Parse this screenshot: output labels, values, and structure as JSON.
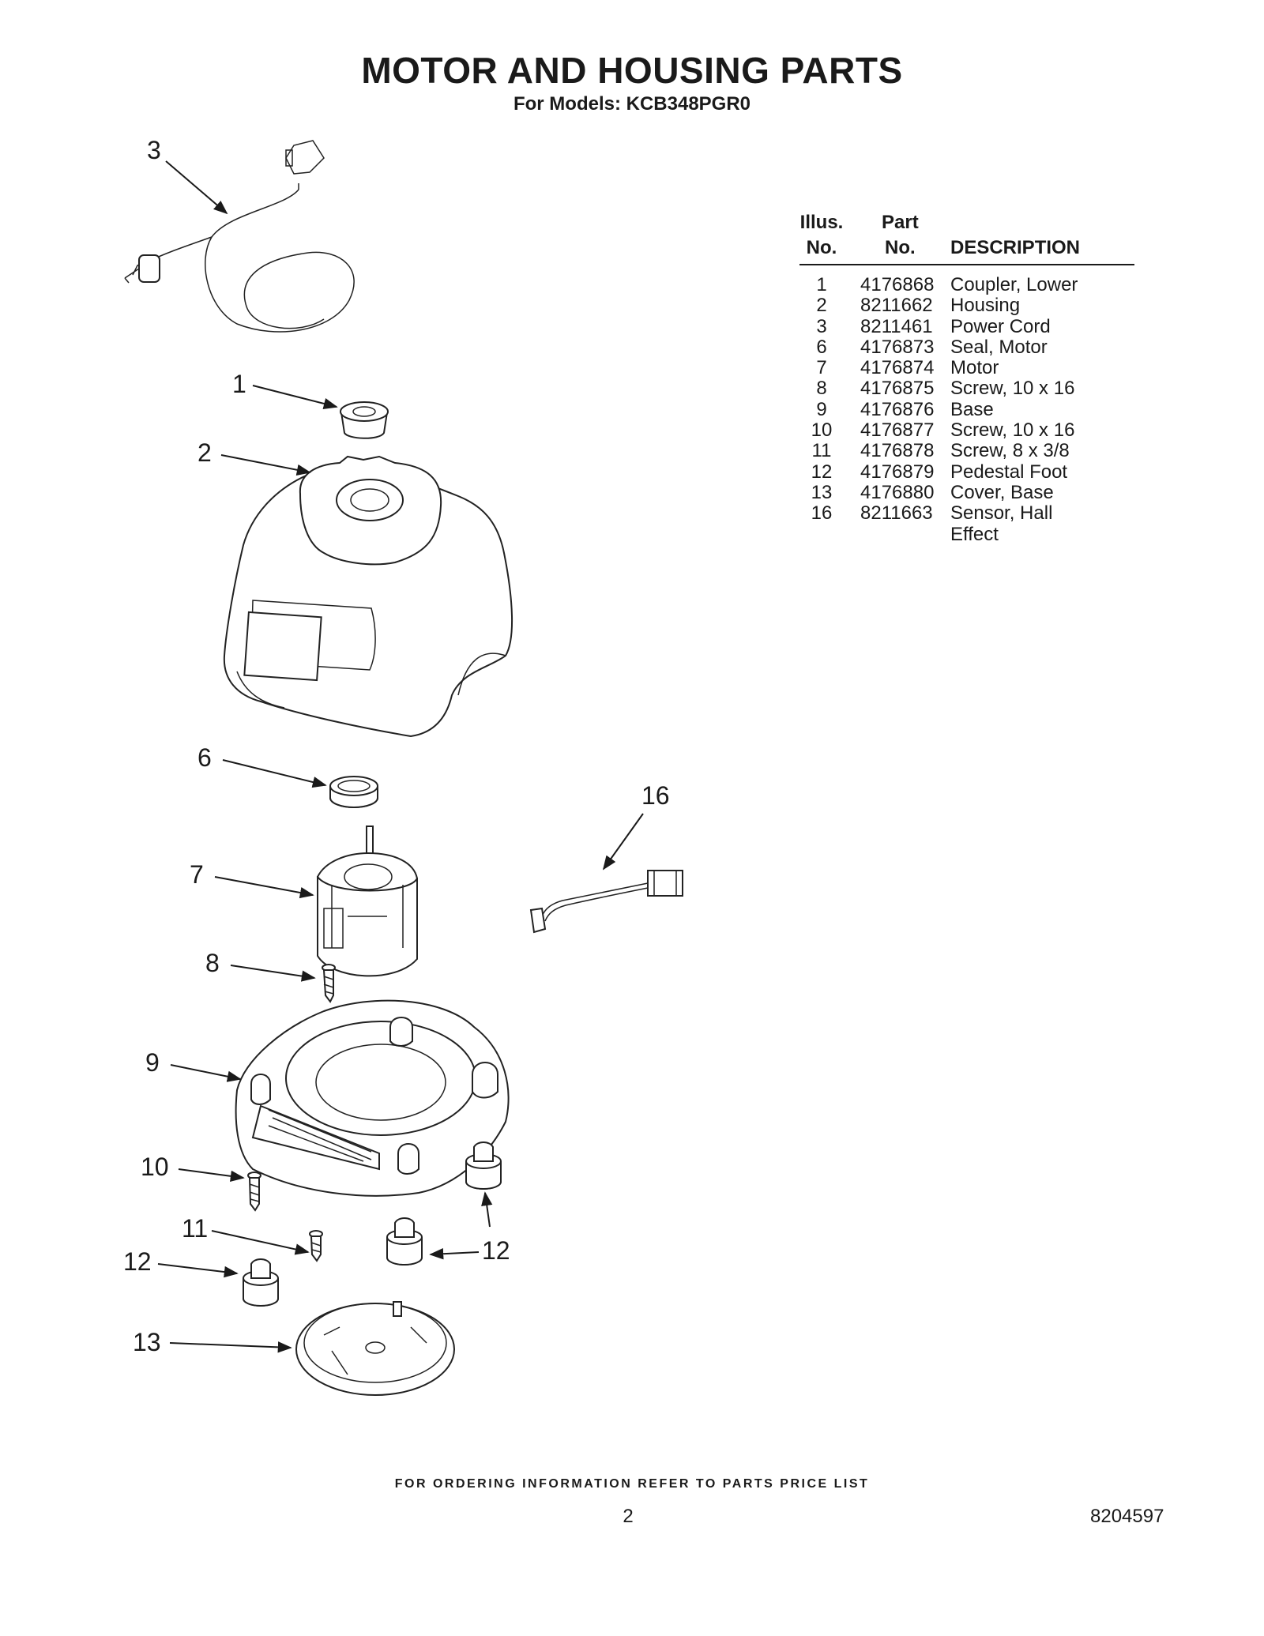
{
  "header": {
    "title": "MOTOR AND HOUSING PARTS",
    "subtitle": "For Models: KCB348PGR0"
  },
  "table": {
    "headers": {
      "illus_line1": "Illus.",
      "illus_line2": "No.",
      "part_line1": "Part",
      "part_line2": "No.",
      "description": "DESCRIPTION"
    },
    "rows": [
      {
        "illus": "1",
        "part": "4176868",
        "description": "Coupler, Lower"
      },
      {
        "illus": "2",
        "part": "8211662",
        "description": "Housing"
      },
      {
        "illus": "3",
        "part": "8211461",
        "description": "Power Cord"
      },
      {
        "illus": "6",
        "part": "4176873",
        "description": "Seal, Motor"
      },
      {
        "illus": "7",
        "part": "4176874",
        "description": "Motor"
      },
      {
        "illus": "8",
        "part": "4176875",
        "description": "Screw, 10 x 16"
      },
      {
        "illus": "9",
        "part": "4176876",
        "description": "Base"
      },
      {
        "illus": "10",
        "part": "4176877",
        "description": "Screw, 10 x 16"
      },
      {
        "illus": "11",
        "part": "4176878",
        "description": "Screw, 8 x 3/8"
      },
      {
        "illus": "12",
        "part": "4176879",
        "description": "Pedestal Foot"
      },
      {
        "illus": "13",
        "part": "4176880",
        "description": "Cover, Base"
      },
      {
        "illus": "16",
        "part": "8211663",
        "description": "Sensor, Hall",
        "description_line2": "Effect"
      }
    ]
  },
  "callouts": {
    "c3": "3",
    "c1": "1",
    "c2": "2",
    "c6": "6",
    "c16": "16",
    "c7": "7",
    "c8": "8",
    "c9": "9",
    "c10": "10",
    "c11": "11",
    "c12a": "12",
    "c12b": "12",
    "c13": "13"
  },
  "footer": {
    "ordering_note": "FOR ORDERING INFORMATION REFER TO PARTS PRICE LIST",
    "page_number": "2",
    "document_number": "8204597"
  }
}
